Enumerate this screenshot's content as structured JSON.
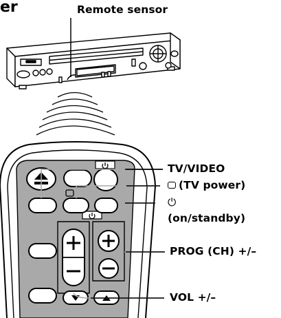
{
  "heading_fragment": "er",
  "labels": {
    "remote_sensor": "Remote sensor",
    "tv_video": "TV/VIDEO",
    "tv_power": "(TV power)",
    "on_standby_symbol": "⏻",
    "on_standby": "(on/standby)",
    "prog": "PROG (CH) +/–",
    "vol": "VOL +/–"
  },
  "icons": {
    "tv_power_symbol": "rounded-rectangle-icon",
    "power": "power-icon",
    "eject": "eject-icon",
    "down": "down-triangle-icon",
    "up": "up-triangle-icon"
  },
  "colors": {
    "line": "#000000",
    "shading": "#a9a9a9",
    "body": "#ffffff"
  }
}
